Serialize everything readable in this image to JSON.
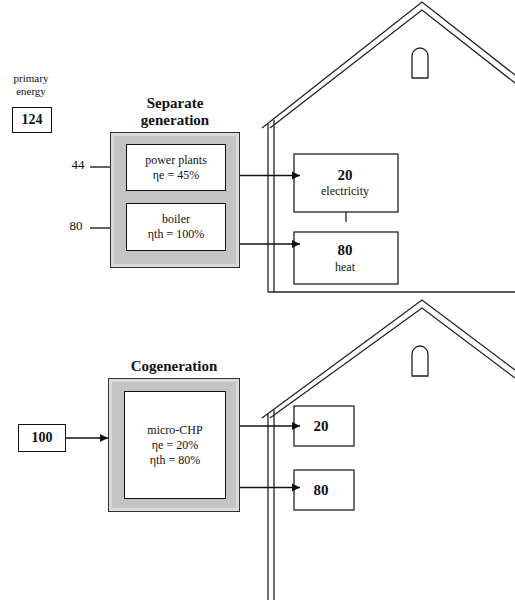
{
  "diagram": {
    "nodes": [
      {
        "text": [
          "Separate generation"
        ]
      },
      {
        "text": [
          "power plants",
          "ηe = 45%"
        ],
        "in": 0
      },
      {
        "text": [
          "boiler",
          "ηth = 100%"
        ],
        "in": 0
      },
      {
        "text": [
          "124"
        ]
      },
      {
        "text": [
          "20",
          "electricity"
        ]
      },
      {
        "text": [
          "80",
          "heat"
        ]
      },
      {
        "text": [
          "100"
        ]
      },
      {
        "text": [
          "Cogeneration"
        ]
      },
      {
        "text": [
          "micro-CHP",
          "ηe = 20%",
          "ηth = 80%"
        ],
        "in": 7
      },
      {
        "text": [
          "20"
        ]
      },
      {
        "text": [
          "80"
        ]
      }
    ],
    "edges": [
      {
        "from": 1,
        "to": 4,
        "arrow": "to"
      },
      {
        "from": 2,
        "to": 5,
        "arrow": "to"
      },
      {
        "from": 6,
        "to": 7,
        "arrow": "to"
      },
      {
        "from": 8,
        "to": 9,
        "arrow": "to"
      },
      {
        "from": 8,
        "to": 10,
        "arrow": "to"
      }
    ],
    "labels": [
      "primary energy",
      "44",
      "80"
    ]
  }
}
